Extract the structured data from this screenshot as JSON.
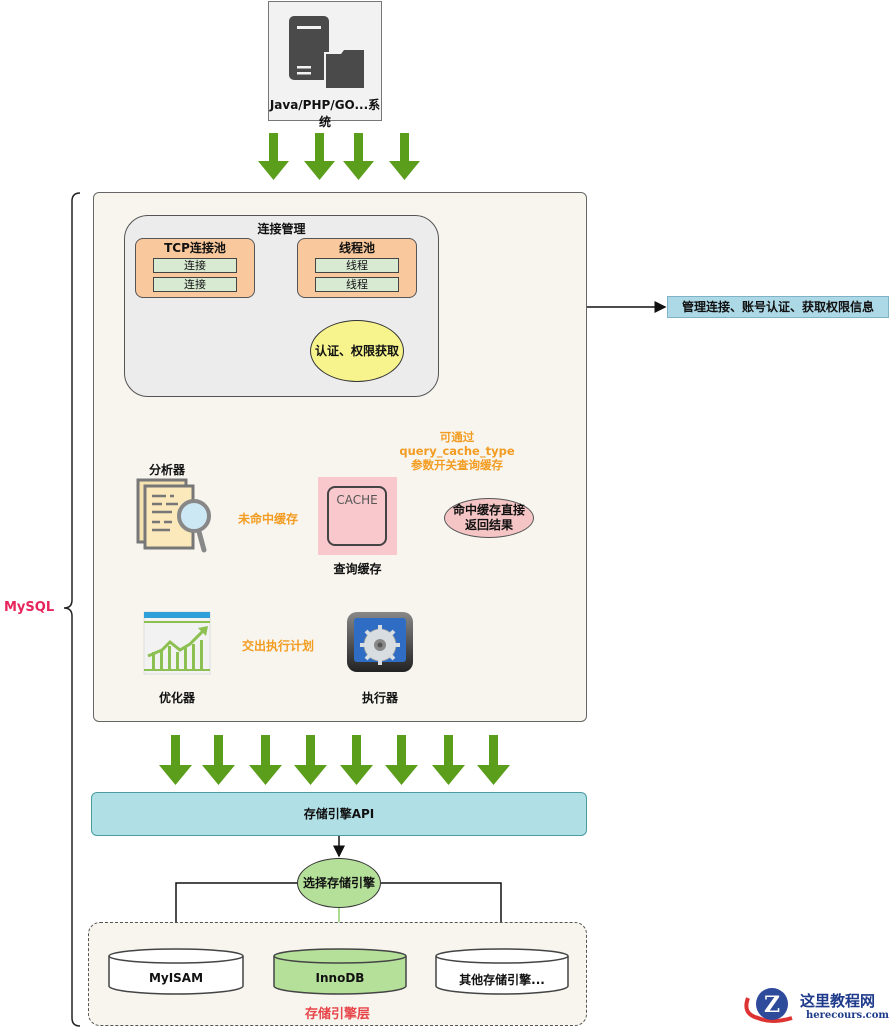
{
  "client": {
    "label": "Java/PHP/GO...系统",
    "icon": "server-folder-icon"
  },
  "mysql_label": "MySQL",
  "connection_management": {
    "title": "连接管理",
    "tcp_pool": {
      "title": "TCP连接池",
      "slots": [
        "连接",
        "连接"
      ]
    },
    "thread_pool": {
      "title": "线程池",
      "slots": [
        "线程",
        "线程"
      ]
    },
    "auth": "认证、权限获取",
    "description": "管理连接、账号认证、获取权限信息"
  },
  "query_cache": {
    "box_text": "CACHE",
    "label": "查询缓存",
    "bubble_lines": [
      "可通过",
      "query_cache_type",
      "参数开关查询缓存"
    ],
    "hit_lines": [
      "命中缓存直接",
      "返回结果"
    ],
    "miss_label": "未命中缓存"
  },
  "analyzer": {
    "label": "分析器",
    "icon": "document-magnifier-icon"
  },
  "optimizer": {
    "label": "优化器",
    "icon": "chart-growth-icon"
  },
  "executor": {
    "label": "执行器",
    "icon": "gear-icon"
  },
  "plan_label": "交出执行计划",
  "storage_api": {
    "label": "存储引擎API"
  },
  "select_engine": "选择存储引擎",
  "engines": [
    {
      "name": "MyISAM",
      "highlighted": false
    },
    {
      "name": "InnoDB",
      "highlighted": true
    },
    {
      "name": "其他存储引擎...",
      "highlighted": false
    }
  ],
  "engine_layer_label": "存储引擎层",
  "watermark": {
    "title": "这里教程网",
    "url": "herecours.com"
  },
  "colors": {
    "arrow_green": "#5a9e1c",
    "orange_text": "#f39c22",
    "mysql_pink": "#e8245c",
    "layer_red": "#e8454a",
    "innodb_green": "#b5e09a"
  }
}
